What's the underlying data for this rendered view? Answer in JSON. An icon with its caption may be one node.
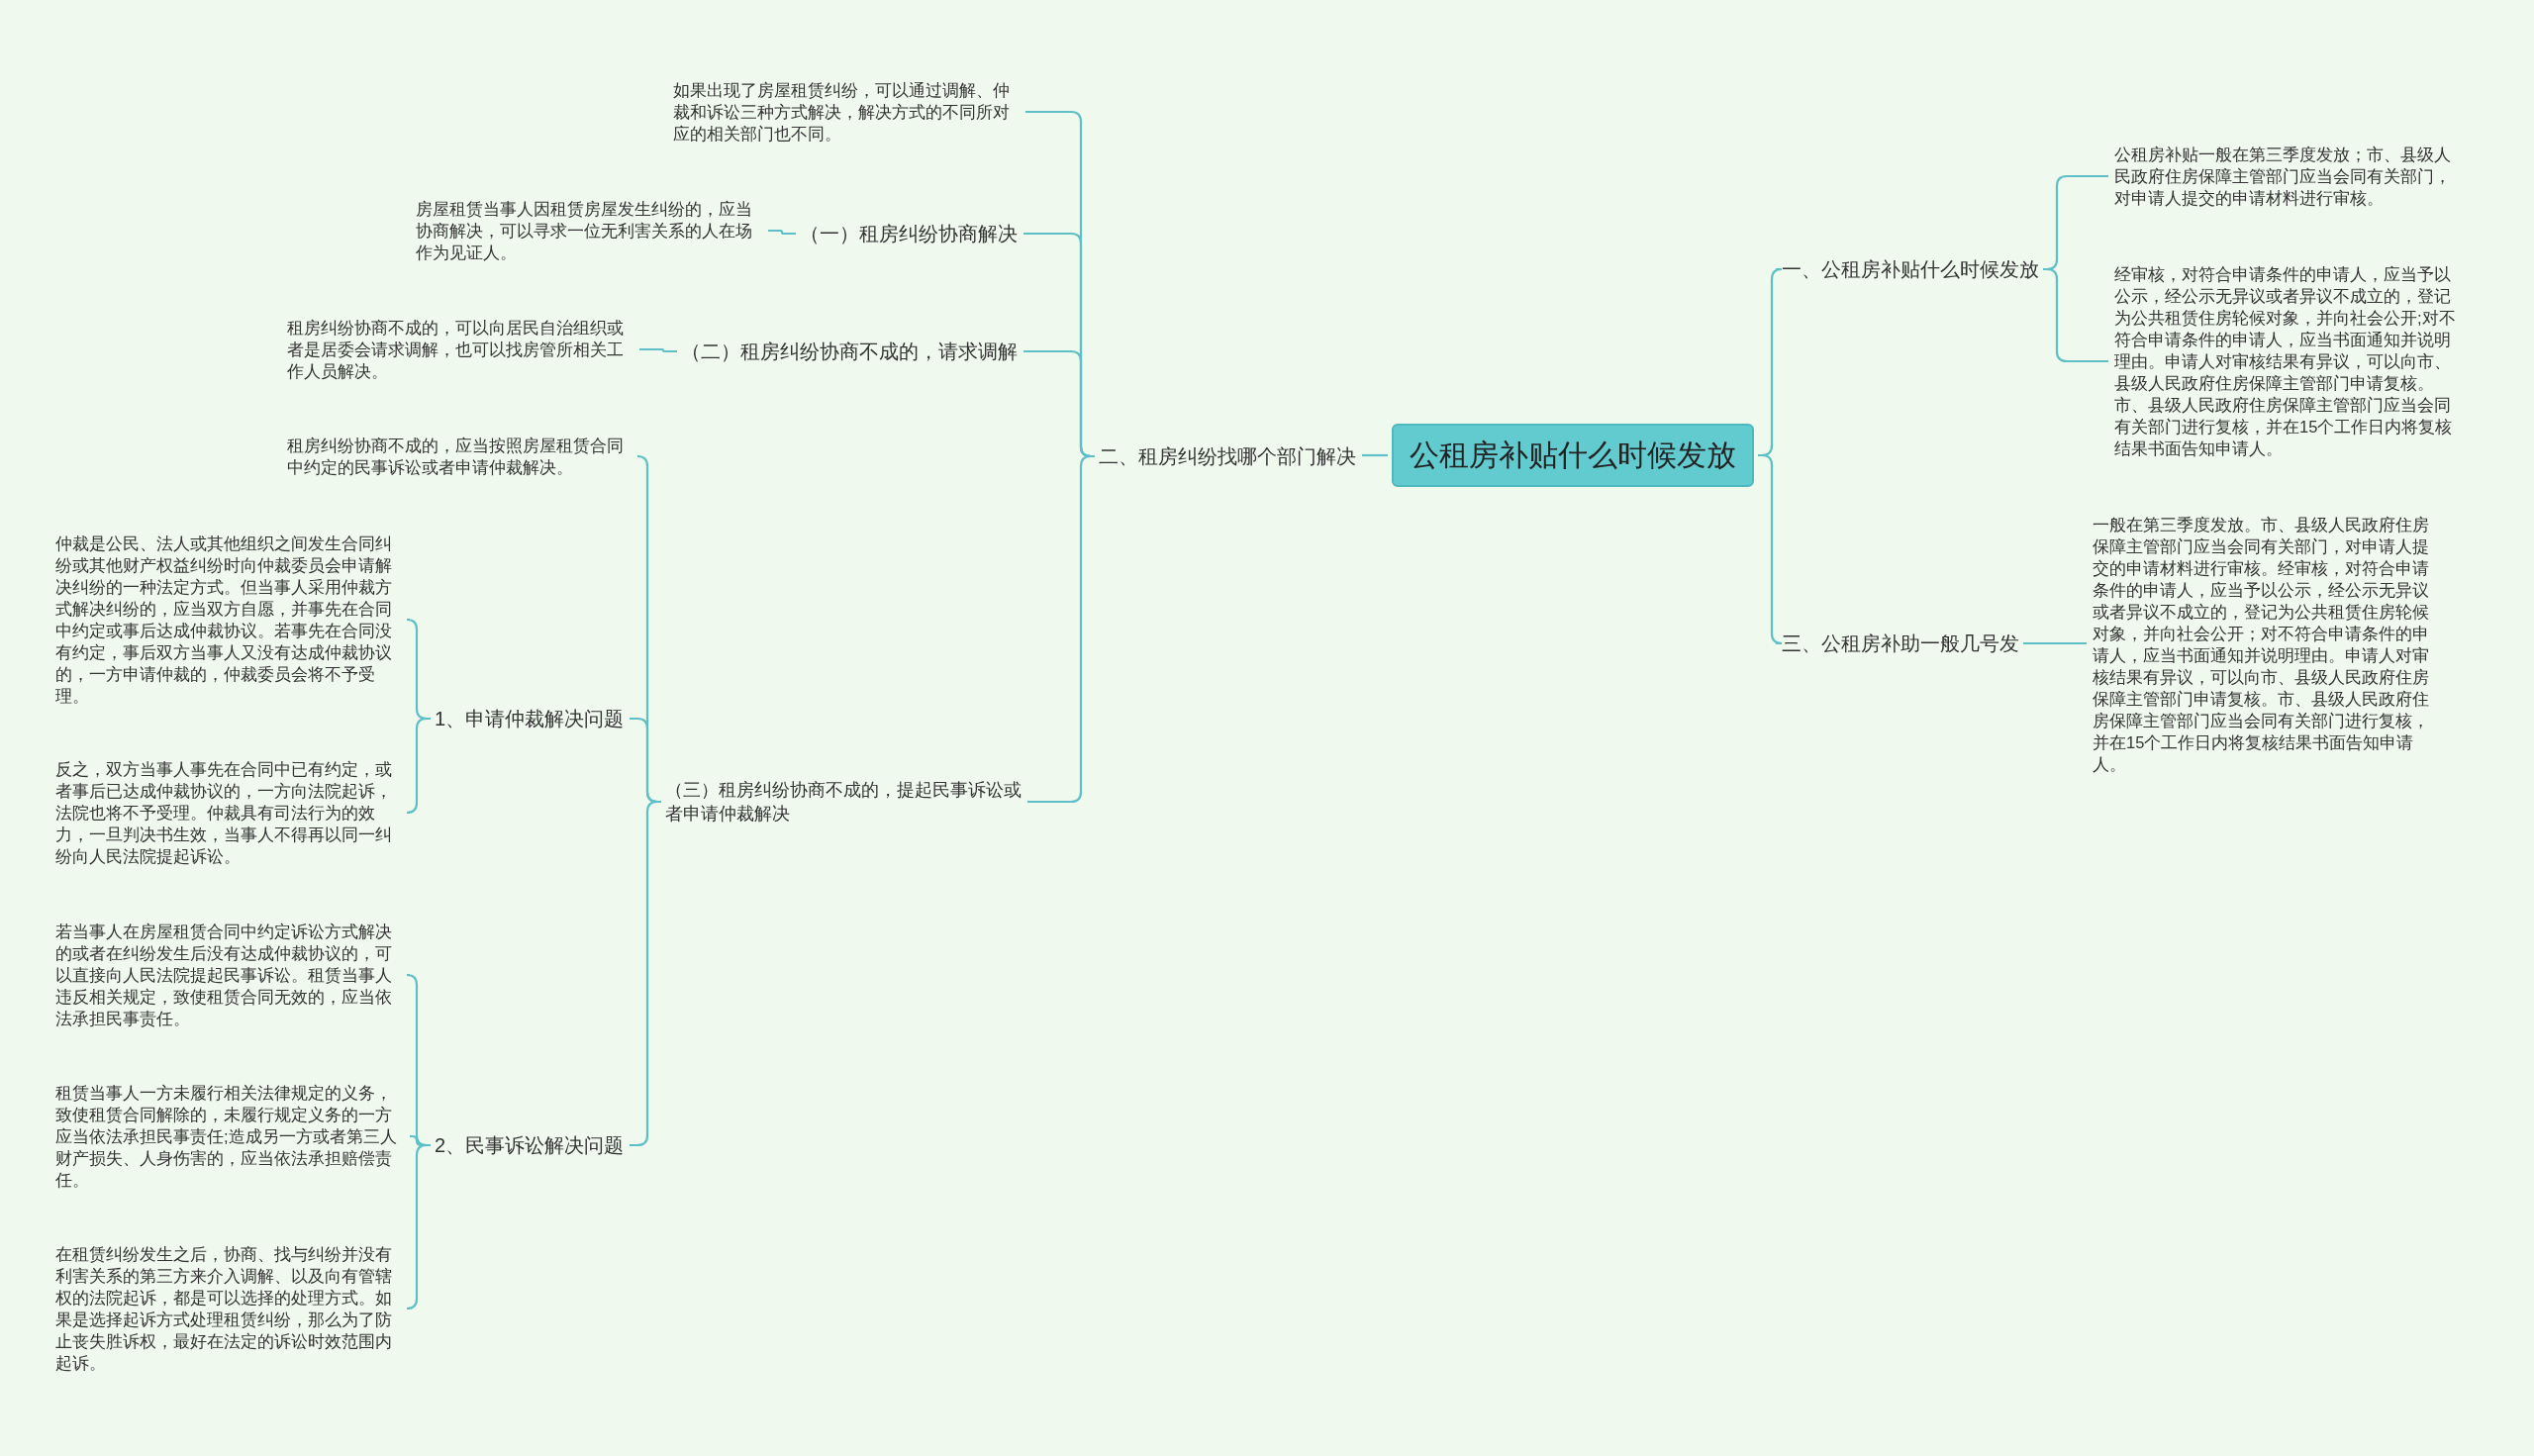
{
  "diagram": {
    "nodes": [
      {
        "text": [
          "公租房补贴什么时候发放"
        ]
      },
      {
        "text": [
          "一、公租房补贴什么时候发放"
        ]
      },
      {
        "text": [
          "公租房补贴一般在第三季度发放；市、县级人民政府住房保障主管部门应当会同有关部门，对申请人提交的申请材料进行审核。"
        ]
      },
      {
        "text": [
          "经审核，对符合申请条件的申请人，应当予以公示，经公示无异议或者异议不成立的，登记为公共租赁住房轮候对象，并向社会公开;对不符合申请条件的申请人，应当书面通知并说明理由。申请人对审核结果有异议，可以向市、县级人民政府住房保障主管部门申请复核。市、县级人民政府住房保障主管部门应当会同有关部门进行复核，并在15个工作日内将复核结果书面告知申请人。"
        ]
      },
      {
        "text": [
          "三、公租房补助一般几号发"
        ]
      },
      {
        "text": [
          "一般在第三季度发放。市、县级人民政府住房保障主管部门应当会同有关部门，对申请人提交的申请材料进行审核。经审核，对符合申请条件的申请人，应当予以公示，经公示无异议或者异议不成立的，登记为公共租赁住房轮候对象，并向社会公开；对不符合申请条件的申请人，应当书面通知并说明理由。申请人对审核结果有异议，可以向市、县级人民政府住房保障主管部门申请复核。市、县级人民政府住房保障主管部门应当会同有关部门进行复核，并在15个工作日内将复核结果书面告知申请人。"
        ]
      },
      {
        "text": [
          "二、租房纠纷找哪个部门解决"
        ]
      },
      {
        "text": [
          "如果出现了房屋租赁纠纷，可以通过调解、仲裁和诉讼三种方式解决，解决方式的不同所对应的相关部门也不同。"
        ]
      },
      {
        "text": [
          "（一）租房纠纷协商解决"
        ]
      },
      {
        "text": [
          "房屋租赁当事人因租赁房屋发生纠纷的，应当协商解决，可以寻求一位无利害关系的人在场作为见证人。"
        ]
      },
      {
        "text": [
          "（二）租房纠纷协商不成的，请求调解"
        ]
      },
      {
        "text": [
          "租房纠纷协商不成的，可以向居民自治组织或者是居委会请求调解，也可以找房管所相关工作人员解决。"
        ]
      },
      {
        "text": [
          "（三）租房纠纷协商不成的，提起民事诉讼或者申请仲裁解决"
        ]
      },
      {
        "text": [
          "租房纠纷协商不成的，应当按照房屋租赁合同中约定的民事诉讼或者申请仲裁解决。"
        ]
      },
      {
        "text": [
          "1、申请仲裁解决问题"
        ]
      },
      {
        "text": [
          "仲裁是公民、法人或其他组织之间发生合同纠纷或其他财产权益纠纷时向仲裁委员会申请解决纠纷的一种法定方式。但当事人采用仲裁方式解决纠纷的，应当双方自愿，并事先在合同中约定或事后达成仲裁协议。若事先在合同没有约定，事后双方当事人又没有达成仲裁协议的，一方申请仲裁的，仲裁委员会将不予受理。"
        ]
      },
      {
        "text": [
          "反之，双方当事人事先在合同中已有约定，或者事后已达成仲裁协议的，一方向法院起诉，法院也将不予受理。仲裁具有司法行为的效力，一旦判决书生效，当事人不得再以同一纠纷向人民法院提起诉讼。"
        ]
      },
      {
        "text": [
          "2、民事诉讼解决问题"
        ]
      },
      {
        "text": [
          "若当事人在房屋租赁合同中约定诉讼方式解决的或者在纠纷发生后没有达成仲裁协议的，可以直接向人民法院提起民事诉讼。租赁当事人违反相关规定，致使租赁合同无效的，应当依法承担民事责任。"
        ]
      },
      {
        "text": [
          "租赁当事人一方未履行相关法律规定的义务，致使租赁合同解除的，未履行规定义务的一方应当依法承担民事责任;造成另一方或者第三人财产损失、人身伤害的，应当依法承担赔偿责任。"
        ]
      },
      {
        "text": [
          "在租赁纠纷发生之后，协商、找与纠纷并没有利害关系的第三方来介入调解、以及向有管辖权的法院起诉，都是可以选择的处理方式。如果是选择起诉方式处理租赁纠纷，那么为了防止丧失胜诉权，最好在法定的诉讼时效范围内起诉。"
        ]
      }
    ],
    "edges": [
      {
        "from": 0,
        "to": 1,
        "arrow": "none"
      },
      {
        "from": 1,
        "to": 2,
        "arrow": "none"
      },
      {
        "from": 1,
        "to": 3,
        "arrow": "none"
      },
      {
        "from": 0,
        "to": 4,
        "arrow": "none"
      },
      {
        "from": 4,
        "to": 5,
        "arrow": "none"
      },
      {
        "from": 0,
        "to": 6,
        "arrow": "none"
      },
      {
        "from": 6,
        "to": 7,
        "arrow": "none"
      },
      {
        "from": 6,
        "to": 8,
        "arrow": "none"
      },
      {
        "from": 8,
        "to": 9,
        "arrow": "none"
      },
      {
        "from": 6,
        "to": 10,
        "arrow": "none"
      },
      {
        "from": 10,
        "to": 11,
        "arrow": "none"
      },
      {
        "from": 6,
        "to": 12,
        "arrow": "none"
      },
      {
        "from": 12,
        "to": 13,
        "arrow": "none"
      },
      {
        "from": 12,
        "to": 14,
        "arrow": "none"
      },
      {
        "from": 14,
        "to": 15,
        "arrow": "none"
      },
      {
        "from": 14,
        "to": 16,
        "arrow": "none"
      },
      {
        "from": 12,
        "to": 17,
        "arrow": "none"
      },
      {
        "from": 17,
        "to": 18,
        "arrow": "none"
      },
      {
        "from": 17,
        "to": 19,
        "arrow": "none"
      },
      {
        "from": 17,
        "to": 20,
        "arrow": "none"
      }
    ]
  }
}
